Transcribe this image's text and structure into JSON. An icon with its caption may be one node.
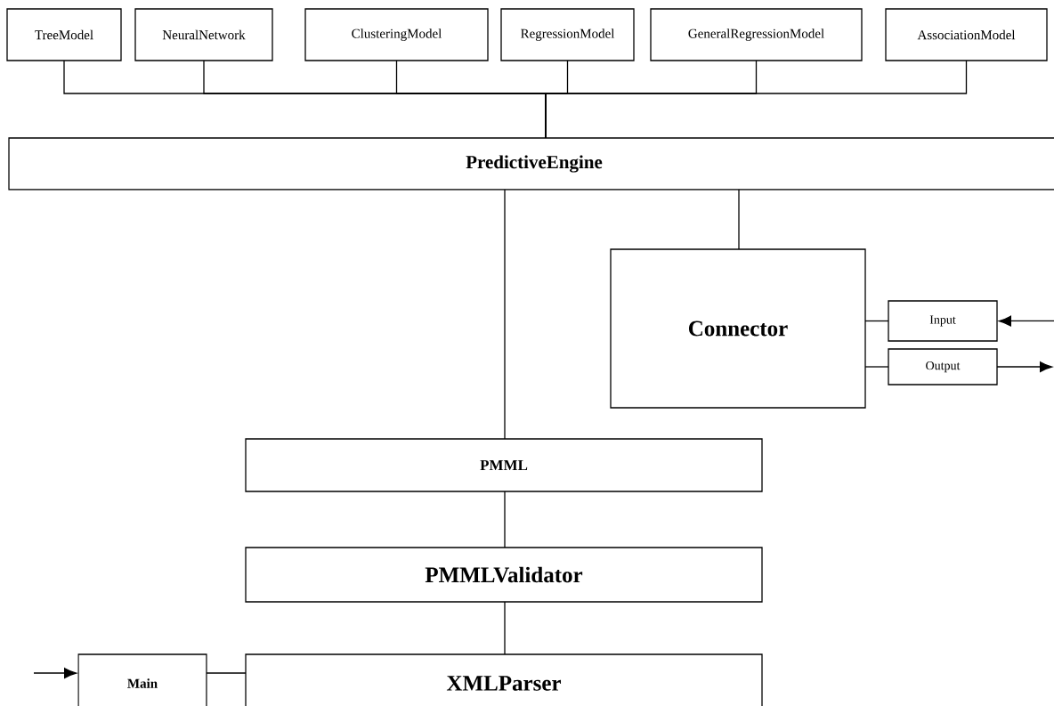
{
  "diagram": {
    "nodes": [
      {
        "text": [
          "TreeModel"
        ]
      },
      {
        "text": [
          "NeuralNetwork"
        ]
      },
      {
        "text": [
          "ClusteringModel"
        ]
      },
      {
        "text": [
          "RegressionModel"
        ]
      },
      {
        "text": [
          "GeneralRegressionModel"
        ]
      },
      {
        "text": [
          "AssociationModel"
        ]
      },
      {
        "text": [
          "PredictiveEngine"
        ]
      },
      {
        "text": [
          "Connector"
        ]
      },
      {
        "text": [
          "Input"
        ]
      },
      {
        "text": [
          "Output"
        ]
      },
      {
        "text": [
          "PMML"
        ]
      },
      {
        "text": [
          "PMMLValidator"
        ]
      },
      {
        "text": [
          "Main"
        ]
      },
      {
        "text": [
          "XMLParser"
        ]
      }
    ],
    "edges": [
      {
        "from": 0,
        "to": 6,
        "arrow": "none"
      },
      {
        "from": 1,
        "to": 6,
        "arrow": "none"
      },
      {
        "from": 2,
        "to": 6,
        "arrow": "none"
      },
      {
        "from": 3,
        "to": 6,
        "arrow": "none"
      },
      {
        "from": 4,
        "to": 6,
        "arrow": "none"
      },
      {
        "from": 5,
        "to": 6,
        "arrow": "none"
      },
      {
        "from": 6,
        "to": 7,
        "arrow": "none"
      },
      {
        "from": 7,
        "to": 8,
        "arrow": "none"
      },
      {
        "from": 7,
        "to": 9,
        "arrow": "none"
      },
      {
        "from": null,
        "to": 8,
        "arrow": "to"
      },
      {
        "from": 9,
        "to": null,
        "arrow": "to"
      },
      {
        "from": 6,
        "to": 10,
        "arrow": "none"
      },
      {
        "from": 10,
        "to": 11,
        "arrow": "none"
      },
      {
        "from": 11,
        "to": 13,
        "arrow": "none"
      },
      {
        "from": null,
        "to": 12,
        "arrow": "to"
      },
      {
        "from": 12,
        "to": 13,
        "arrow": "none"
      }
    ]
  }
}
